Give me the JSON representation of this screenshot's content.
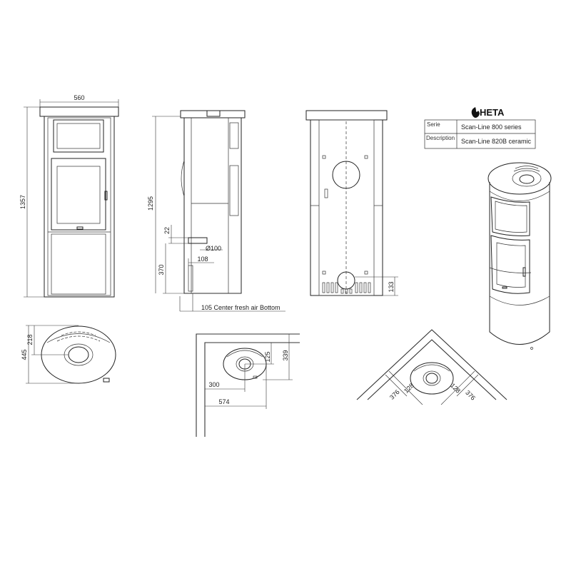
{
  "brand": {
    "name": "HETA"
  },
  "title_block": {
    "serie_label": "Serie",
    "serie_value": "Scan-Line 800 series",
    "description_label": "Description",
    "description_value": "Scan-Line 820B ceramic"
  },
  "dimensions": {
    "front_width": "560",
    "front_height": "1357",
    "side_height": "1295",
    "side_22": "22",
    "side_pipe": "Ø100",
    "side_108": "108",
    "side_370": "370",
    "side_fresh_air": "105 Center fresh air Bottom",
    "back_133": "133",
    "top_445": "445",
    "top_218": "218",
    "wall_125": "125",
    "wall_339": "339",
    "wall_300": "300",
    "wall_574": "574",
    "corner_376_left": "376",
    "corner_128_left": "128",
    "corner_128_right": "128",
    "corner_376_right": "376"
  }
}
